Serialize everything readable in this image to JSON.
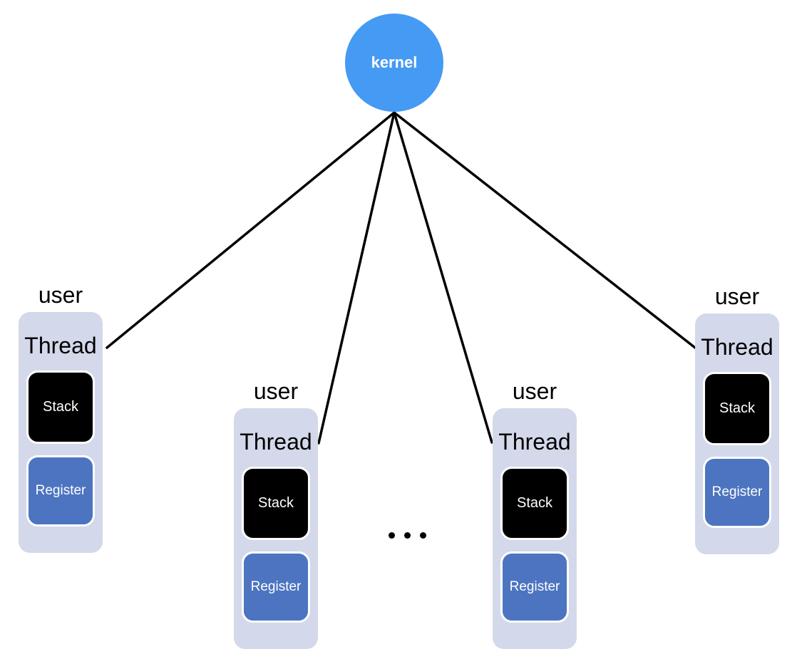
{
  "kernel": {
    "label": "kernel"
  },
  "threads": [
    {
      "user_label": "user",
      "thread_label": "Thread",
      "stack_label": "Stack",
      "register_label": "Register"
    },
    {
      "user_label": "user",
      "thread_label": "Thread",
      "stack_label": "Stack",
      "register_label": "Register"
    },
    {
      "user_label": "user",
      "thread_label": "Thread",
      "stack_label": "Stack",
      "register_label": "Register"
    },
    {
      "user_label": "user",
      "thread_label": "Thread",
      "stack_label": "Stack",
      "register_label": "Register"
    }
  ],
  "ellipsis": {
    "dot_count": 3
  },
  "colors": {
    "background": "#FFFFFF",
    "kernel_fill": "#459AF3",
    "kernel_text": "#FFFFFF",
    "container_fill": "#D3D8EA",
    "stack_fill": "#000000",
    "stack_text": "#FFFFFF",
    "register_fill": "#4C74C0",
    "register_text": "#FFFFFF",
    "connector": "#000000",
    "label_text": "#000000"
  }
}
